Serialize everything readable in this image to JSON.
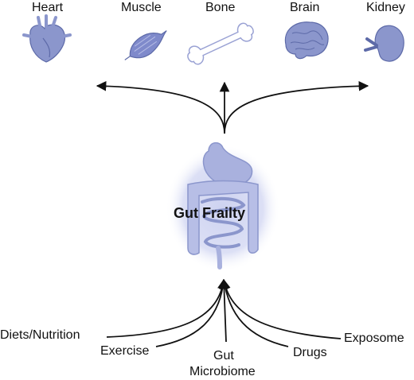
{
  "diagram": {
    "center_label": "Gut Frailty",
    "organs": [
      {
        "label": "Heart",
        "icon": "heart-icon"
      },
      {
        "label": "Muscle",
        "icon": "muscle-icon"
      },
      {
        "label": "Bone",
        "icon": "bone-icon"
      },
      {
        "label": "Brain",
        "icon": "brain-icon"
      },
      {
        "label": "Kidney",
        "icon": "kidney-icon"
      }
    ],
    "factors": [
      {
        "label": "Diets/Nutrition"
      },
      {
        "label": "Exercise"
      },
      {
        "label": "Gut",
        "label2": "Microbiome"
      },
      {
        "label": "Drugs"
      },
      {
        "label": "Exposome"
      }
    ],
    "colors": {
      "organ_fill": "#8b96cc",
      "organ_stroke": "#5d6aa8",
      "bone_fill": "#ffffff",
      "gut_fill": "#c2c8ea",
      "arrow": "#111111"
    }
  }
}
